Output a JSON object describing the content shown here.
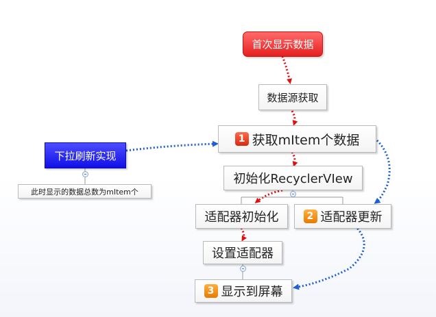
{
  "nodes": {
    "first_display": "首次显示数据",
    "get_source": "数据源获取",
    "get_items": "获取mItem个数据",
    "init_recycler": "初始化RecyclerVIew",
    "adapter_init": "适配器初始化",
    "adapter_update": "适配器更新",
    "set_adapter": "设置适配器",
    "show_screen": "显示到屏幕",
    "pull_refresh": "下拉刷新实现",
    "note": "此时显示的数据总数为mItem个"
  },
  "badges": {
    "one": "1",
    "two": "2",
    "three": "3"
  },
  "colors": {
    "red_link": "#e01010",
    "blue_link": "#1f5fd0",
    "root_node": "#e52020",
    "refresh_node": "#1010e8",
    "badge_red": "#d82a10",
    "badge_orange": "#e87a00"
  }
}
